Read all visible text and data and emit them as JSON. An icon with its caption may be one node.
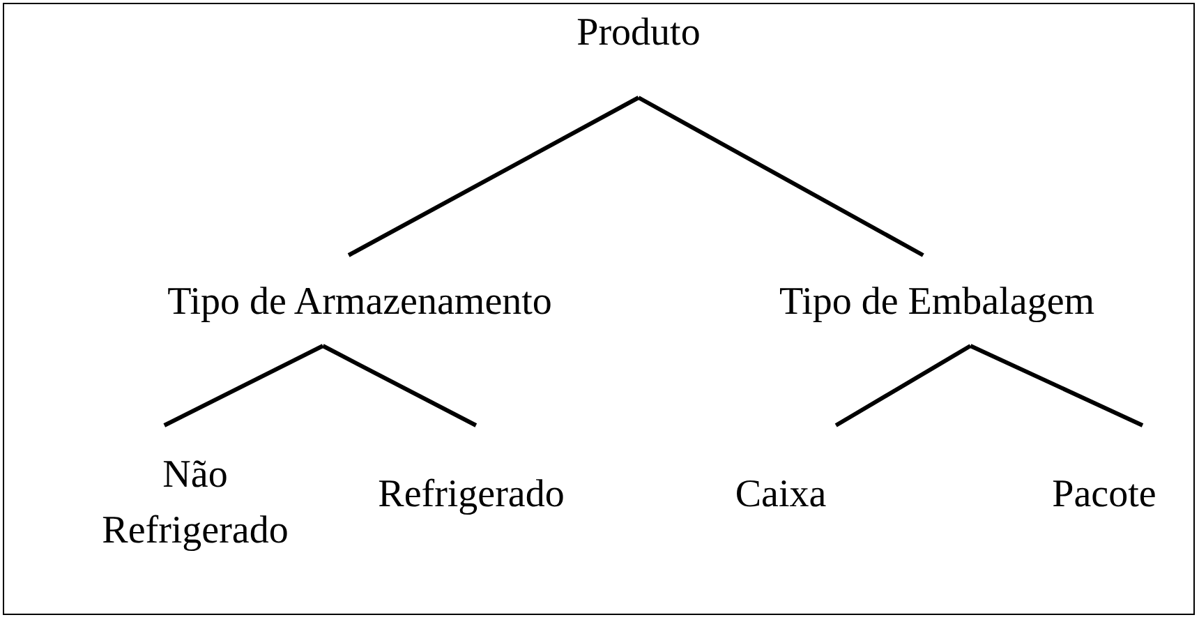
{
  "diagram": {
    "nodes": [
      {
        "text": [
          "Produto"
        ]
      },
      {
        "text": [
          "Tipo de Armazenamento"
        ]
      },
      {
        "text": [
          "Tipo de Embalagem"
        ]
      },
      {
        "text": [
          "Não Refrigerado"
        ]
      },
      {
        "text": [
          "Refrigerado"
        ]
      },
      {
        "text": [
          "Caixa"
        ]
      },
      {
        "text": [
          "Pacote"
        ]
      }
    ],
    "edges": [
      {
        "from": 0,
        "to": 1,
        "arrow": "none"
      },
      {
        "from": 0,
        "to": 2,
        "arrow": "none"
      },
      {
        "from": 1,
        "to": 3,
        "arrow": "none"
      },
      {
        "from": 1,
        "to": 4,
        "arrow": "none"
      },
      {
        "from": 2,
        "to": 5,
        "arrow": "none"
      },
      {
        "from": 2,
        "to": 6,
        "arrow": "none"
      }
    ]
  }
}
